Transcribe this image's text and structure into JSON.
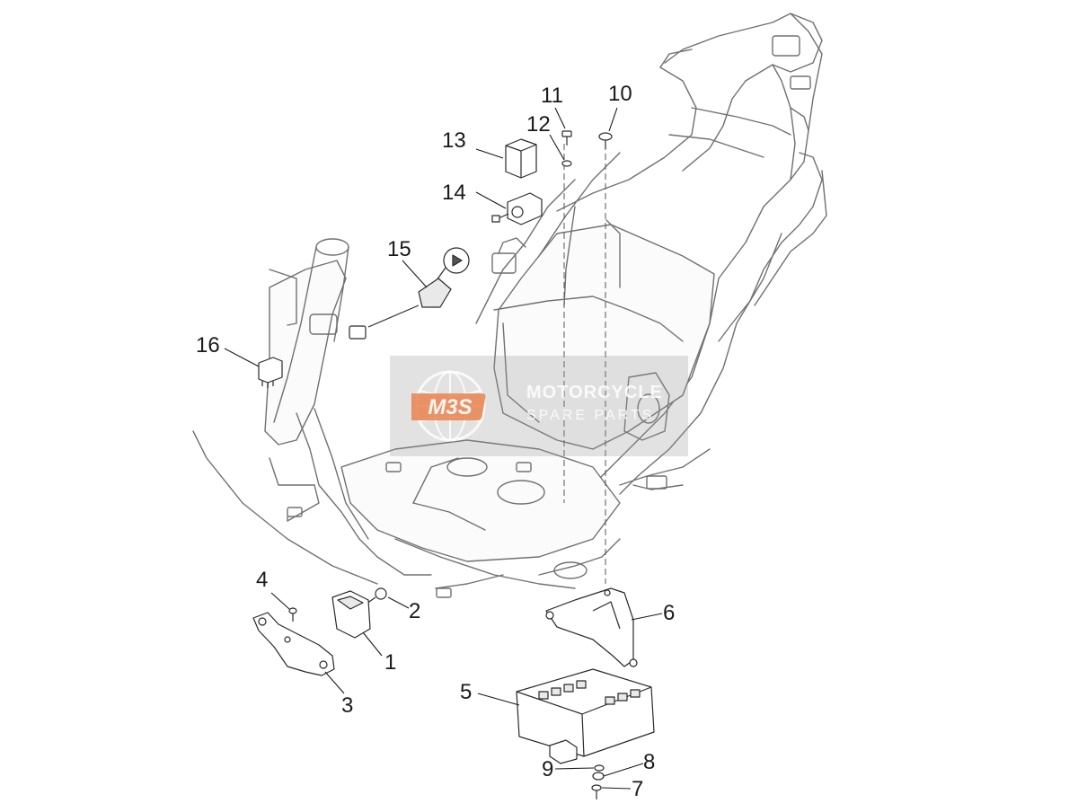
{
  "callouts": [
    "1",
    "2",
    "3",
    "4",
    "5",
    "6",
    "7",
    "8",
    "9",
    "10",
    "11",
    "12",
    "13",
    "14",
    "15",
    "16"
  ],
  "watermark": {
    "logo_text": "M3S",
    "title": "MOTORCYCLE",
    "subtitle": "SPARE PARTS"
  },
  "colors": {
    "line": "#2a2a2a",
    "frame": "#707070",
    "watermark_accent": "#e8834f"
  }
}
